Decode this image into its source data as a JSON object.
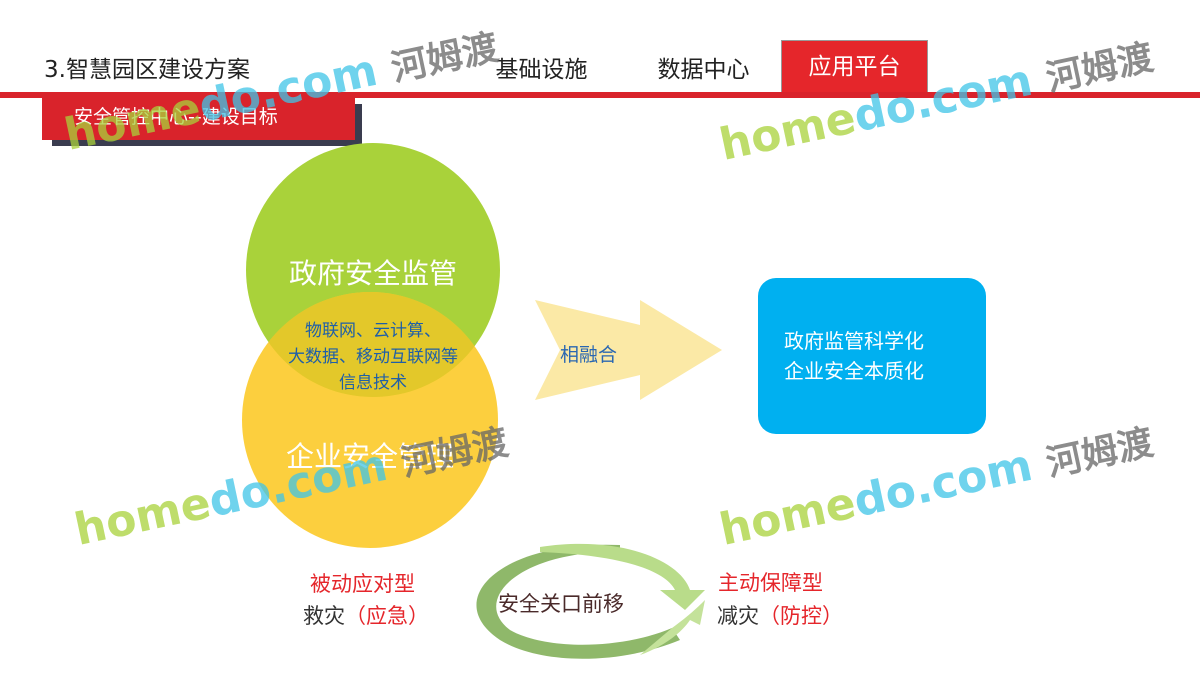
{
  "header": {
    "title": "3.智慧园区建设方案",
    "tabs": [
      {
        "label": "基础设施"
      },
      {
        "label": "数据中心"
      },
      {
        "label": "应用平台",
        "active": true
      }
    ]
  },
  "subtitle": "安全管控中心--建设目标",
  "venn": {
    "top": "政府安全监管",
    "bottom": "企业安全管理",
    "overlap": [
      "物联网、云计算、",
      "大数据、移动互联网等",
      "信息技术"
    ]
  },
  "arrow_label": "相融合",
  "result": [
    "政府监管科学化",
    "企业安全本质化"
  ],
  "cycle": {
    "center": "安全关口前移",
    "left": {
      "type": "被动应对型",
      "prefix": "救灾",
      "paren": "（应急）"
    },
    "right": {
      "type": "主动保障型",
      "prefix": "减灾",
      "paren": "（防控）"
    }
  },
  "watermark": {
    "a": "home",
    "b": "do.com",
    "c": "河姆渡"
  },
  "colors": {
    "accent": "#d9232b",
    "green": "#a9d23a",
    "yellow": "#fccb2f",
    "blue": "#00b0f0"
  }
}
